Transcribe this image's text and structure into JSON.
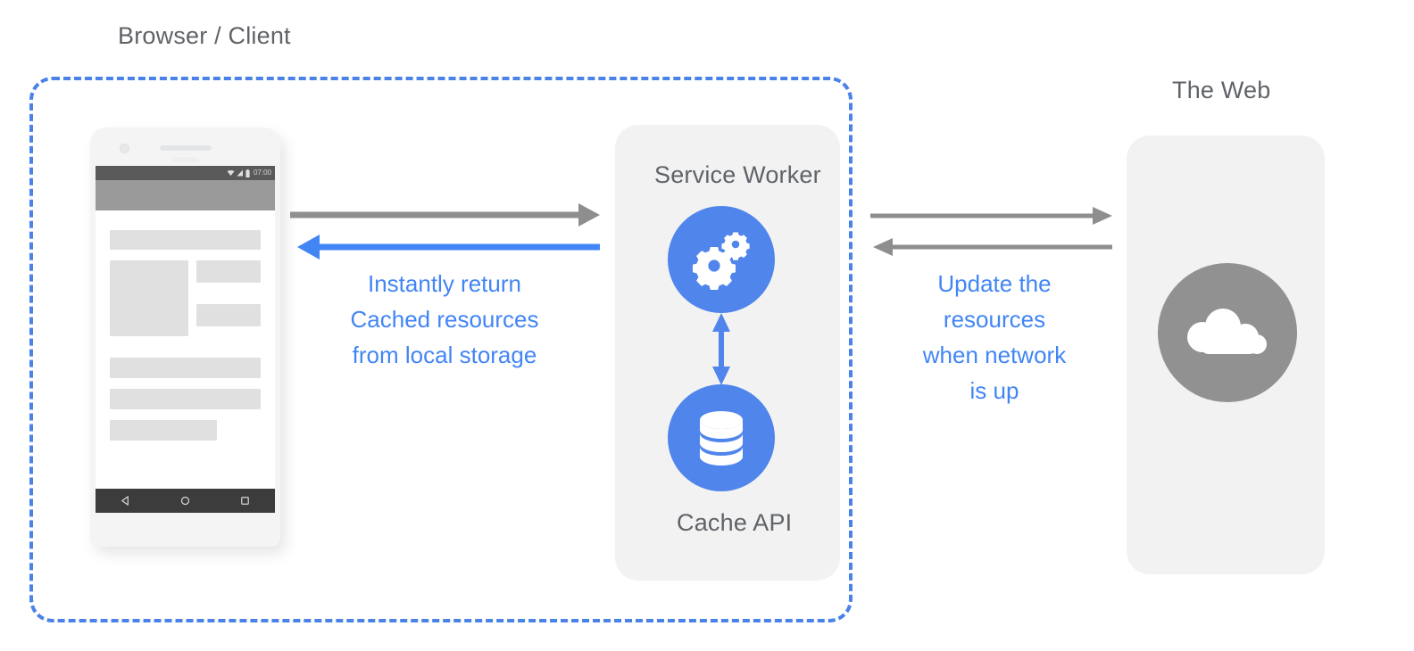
{
  "diagram": {
    "title_left": "Browser / Client",
    "title_right": "The Web",
    "colors": {
      "accent_blue": "#4285f4",
      "icon_blue": "#5085ec",
      "dashed_border": "#4a82e8",
      "panel_gray": "#f2f2f2",
      "text_gray": "#5f6368",
      "arrow_gray": "#8e8e8e",
      "cloud_circle_gray": "#919191"
    }
  },
  "phone": {
    "status_bar": {
      "time": "07:00",
      "icons": [
        "wifi-icon",
        "signal-icon",
        "battery-icon"
      ]
    },
    "nav_bar": {
      "icons": [
        "back-triangle-icon",
        "home-circle-icon",
        "recents-square-icon"
      ]
    }
  },
  "service_worker": {
    "title": "Service Worker",
    "cache_title": "Cache API",
    "gears_icon": "gears-icon",
    "database_icon": "database-icon"
  },
  "web": {
    "cloud_icon": "cloud-icon"
  },
  "flows": {
    "client_to_sw": {
      "icon": "arrow-right-gray",
      "direction": "right",
      "color": "#8e8e8e"
    },
    "sw_to_client": {
      "icon": "arrow-left-blue",
      "direction": "left",
      "color": "#4285f4",
      "label": "Instantly return\nCached resources\nfrom local storage"
    },
    "sw_internal": {
      "icon": "arrow-updown-blue",
      "direction": "bidirectional",
      "color": "#5085ec"
    },
    "sw_to_web": {
      "icon": "arrow-right-gray",
      "direction": "right",
      "color": "#8e8e8e"
    },
    "web_to_sw": {
      "icon": "arrow-left-gray",
      "direction": "left",
      "color": "#8e8e8e",
      "label": "Update the\nresources\nwhen network\nis up"
    }
  }
}
